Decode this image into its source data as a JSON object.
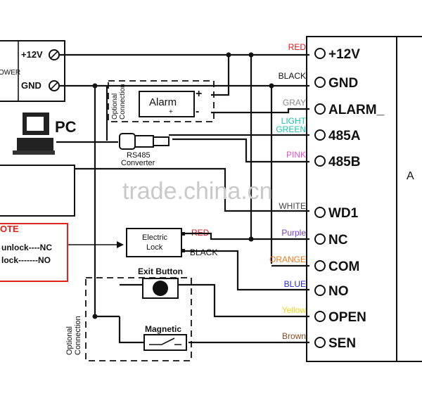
{
  "power": {
    "label": "OWER",
    "plus12v": "+12V",
    "gnd": "GND"
  },
  "optional_alarm": "Optional\nConnection",
  "alarm": {
    "label": "Alarm",
    "plus": "+",
    "minus": "-"
  },
  "pc": {
    "label": "PC"
  },
  "rs485": {
    "line1": "RS485",
    "line2": "Converter"
  },
  "watermark": "trade.china.cn",
  "note": {
    "title": "OTE",
    "line1": "unlock----NC",
    "line2": "lock-------NO",
    "border_color": "#e0201a"
  },
  "electric_lock": {
    "line1": "Electric",
    "line2": "Lock",
    "red": "RED",
    "black": "BLACK",
    "red_color": "#d4141c"
  },
  "exit_button": {
    "label": "Exit Button"
  },
  "magnetic": {
    "label": "Magnetic"
  },
  "optional_bottom": "Optional\nConnection",
  "controller": {
    "side_label": "A",
    "terminals": [
      {
        "wire": "RED",
        "wire_color": "#e3151c",
        "name": "+12V"
      },
      {
        "wire": "BLACK",
        "wire_color": "#111111",
        "name": "GND"
      },
      {
        "wire": "GRAY",
        "wire_color": "#8a8a8a",
        "name": "ALARM_"
      },
      {
        "wire": "LIGHT GREEN",
        "wire_color": "#19c6a8",
        "name": "485A"
      },
      {
        "wire": "PINK",
        "wire_color": "#e84fd2",
        "name": "485B"
      },
      {
        "wire": "WHITE",
        "wire_color": "#444444",
        "name": "WD1"
      },
      {
        "wire": "Purple",
        "wire_color": "#7b3fc9",
        "name": "NC"
      },
      {
        "wire": "ORANGE",
        "wire_color": "#f07a1a",
        "name": "COM"
      },
      {
        "wire": "BLUE",
        "wire_color": "#2a2ad0",
        "name": "NO"
      },
      {
        "wire": "Yellow",
        "wire_color": "#f2d21c",
        "name": "OPEN"
      },
      {
        "wire": "Brown",
        "wire_color": "#8a4a1c",
        "name": "SEN"
      }
    ]
  }
}
